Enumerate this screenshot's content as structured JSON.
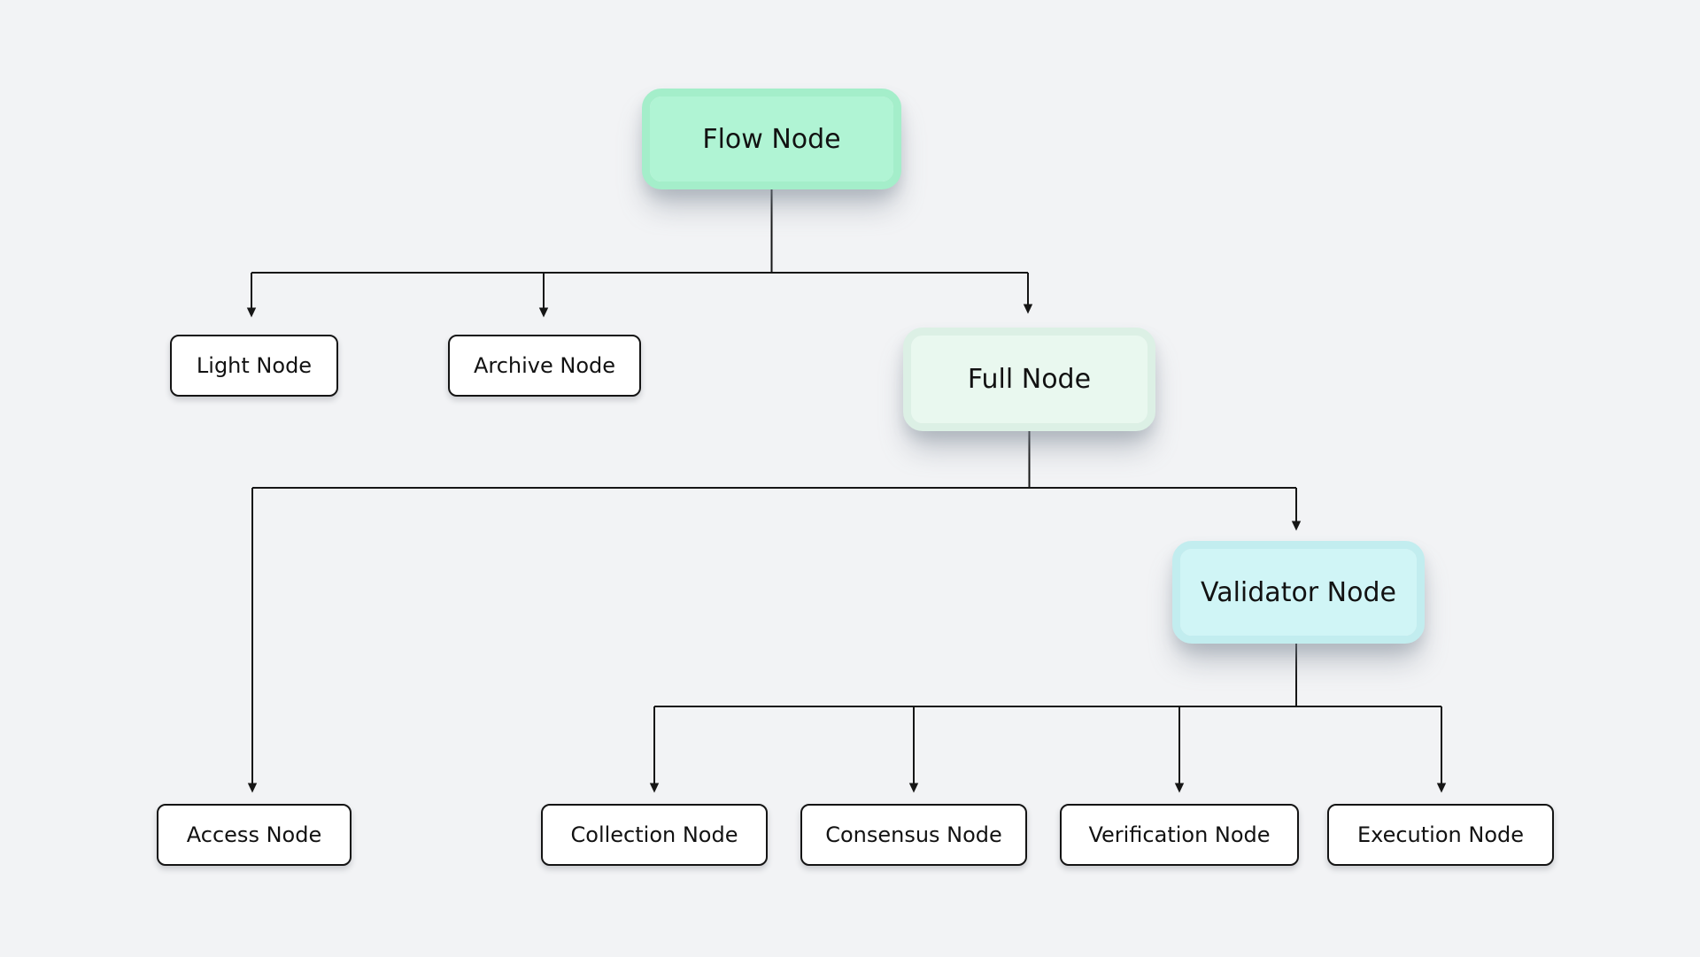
{
  "diagram": {
    "background_color": "#f2f3f5",
    "line_color": "#161616",
    "nodes": {
      "flow": {
        "label": "Flow Node",
        "fill": "#b0f4d4",
        "style": "highlight-mint"
      },
      "light": {
        "label": "Light Node",
        "fill": "#ffffff",
        "style": "outlined"
      },
      "archive": {
        "label": "Archive Node",
        "fill": "#ffffff",
        "style": "outlined"
      },
      "full": {
        "label": "Full Node",
        "fill": "#e9f8ef",
        "style": "highlight-pale-mint"
      },
      "validator": {
        "label": "Validator Node",
        "fill": "#d0f5f6",
        "style": "highlight-cyan"
      },
      "access": {
        "label": "Access Node",
        "fill": "#ffffff",
        "style": "outlined"
      },
      "collection": {
        "label": "Collection Node",
        "fill": "#ffffff",
        "style": "outlined"
      },
      "consensus": {
        "label": "Consensus Node",
        "fill": "#ffffff",
        "style": "outlined"
      },
      "verification": {
        "label": "Verification Node",
        "fill": "#ffffff",
        "style": "outlined"
      },
      "execution": {
        "label": "Execution Node",
        "fill": "#ffffff",
        "style": "outlined"
      }
    },
    "edges": [
      {
        "from": "Flow Node",
        "to": "Light Node"
      },
      {
        "from": "Flow Node",
        "to": "Archive Node"
      },
      {
        "from": "Flow Node",
        "to": "Full Node"
      },
      {
        "from": "Full Node",
        "to": "Access Node"
      },
      {
        "from": "Full Node",
        "to": "Validator Node"
      },
      {
        "from": "Validator Node",
        "to": "Collection Node"
      },
      {
        "from": "Validator Node",
        "to": "Consensus Node"
      },
      {
        "from": "Validator Node",
        "to": "Verification Node"
      },
      {
        "from": "Validator Node",
        "to": "Execution Node"
      }
    ]
  }
}
